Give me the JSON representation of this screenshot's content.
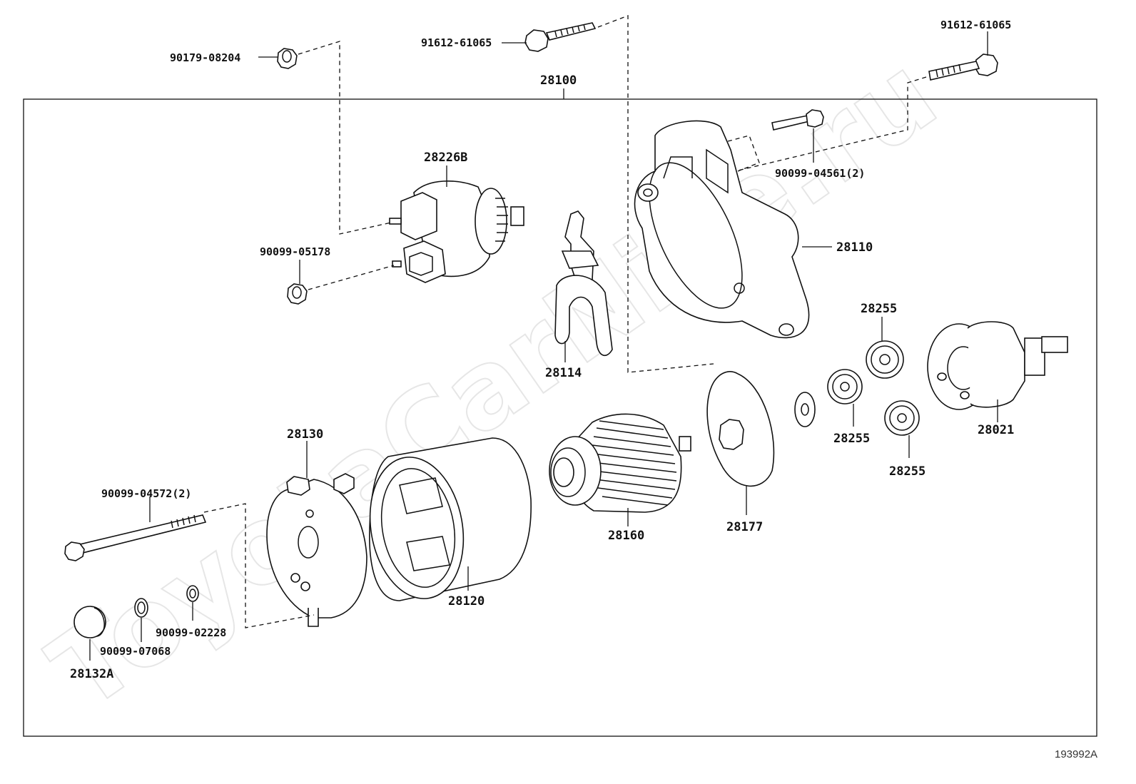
{
  "watermark": "ToyotaCarNine.ru",
  "diagram_code": "193992A",
  "assembly_label": "28100",
  "parts": {
    "bolt_top_center": "91612-61065",
    "bolt_top_right": "91612-61065",
    "nut_top_left": "90179-08204",
    "solenoid": "28226B",
    "nut_solenoid": "90099-05178",
    "housing": "28110",
    "housing_bolt": "90099-04561(2)",
    "lever": "28114",
    "gear_a": "28255",
    "gear_b": "28255",
    "gear_c": "28255",
    "clutch": "28021",
    "end_frame": "28130",
    "through_bolt": "90099-04572(2)",
    "yoke": "28120",
    "armature": "28160",
    "plate": "28177",
    "cap": "28132A",
    "oring": "90099-07068",
    "washer": "90099-02228"
  }
}
